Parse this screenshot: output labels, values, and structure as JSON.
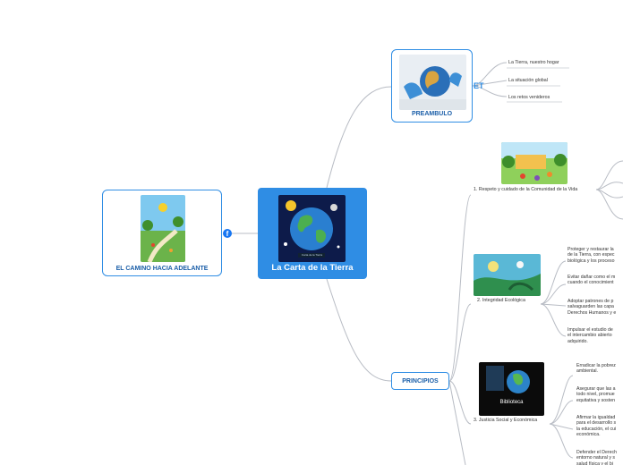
{
  "central": {
    "title": "La Carta de la Tierra",
    "image_caption": "Carta de la Tierra"
  },
  "left_topic": {
    "title": "EL CAMINO HACIA ADELANTE",
    "link_icon": "facebook-icon"
  },
  "preambulo": {
    "title": "PREAMBULO",
    "marker": "ET",
    "items": [
      "La Tierra, nuestro hogar",
      "La situación global",
      "Los retos venideros"
    ]
  },
  "principios": {
    "title": "PRINCIPIOS",
    "sections": [
      {
        "label": "1. Respeto y cuidado de la Comunidad de la Vida",
        "items": []
      },
      {
        "label": "2.  Integridad Ecológica",
        "items": [
          "Proteger y restaurar la\nde la Tierra, con espec\nbiológica y los proceso",
          "Evitar dañar como el m\ncuando el conocimient",
          "Adoptar patrones de p\nsalvaguarden las capa\nDerechos Humanos y e",
          "Impulsar el estudio de\nel intercambio abierto\nadquirido."
        ]
      },
      {
        "label": "3.  Justicia Social y Económica",
        "image_title": "Biblioteca",
        "items": [
          "Erradicar la pobrez\nambiental.",
          "Asegurar que las a\ntodo nivel, promue\nequitativa y sosten",
          "Afirmar la igualdad\npara el desarrollo s\nla educación, el cui\neconómica.",
          "Defender el Derech\nentorno natural y s\nsalud física y el bi"
        ]
      }
    ]
  },
  "colors": {
    "accent": "#2f8de4",
    "line": "#b8bcc4",
    "node_title": "#1a5ea8"
  }
}
